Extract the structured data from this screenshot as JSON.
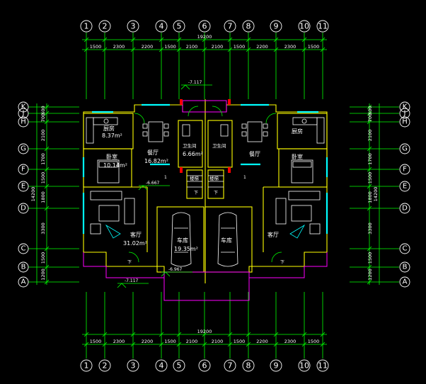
{
  "axes": {
    "columns": [
      "1",
      "2",
      "3",
      "4",
      "5",
      "6",
      "7",
      "8",
      "9",
      "10",
      "11"
    ],
    "rows": [
      "K",
      "J",
      "H",
      "G",
      "F",
      "E",
      "D",
      "C",
      "B",
      "A"
    ]
  },
  "dimensions": {
    "top_total": "19200",
    "bottom_total": "19200",
    "column_spacings": [
      "1500",
      "2300",
      "2200",
      "1500",
      "2100",
      "2100",
      "1500",
      "2200",
      "2300",
      "1500"
    ],
    "row_total": "14200",
    "row_spacings": [
      "600",
      "700",
      "2100",
      "1700",
      "1500",
      "1800",
      "3300",
      "1500",
      "1200"
    ]
  },
  "rooms": {
    "kitchen_left": {
      "name": "厨房",
      "area": "8.37m²"
    },
    "kitchen_right": {
      "name": "厨房"
    },
    "dining_left": {
      "name": "餐厅",
      "area": "16.82m²"
    },
    "dining_right": {
      "name": "餐厅"
    },
    "bath": {
      "name": "卫生间",
      "area": "6.66m²"
    },
    "bath_right": {
      "name": "卫生间"
    },
    "bedroom_left": {
      "name": "卧室",
      "area": "10.14m²"
    },
    "bedroom_right": {
      "name": "卧室"
    },
    "living_left": {
      "name": "客厅",
      "area": "31.02m²"
    },
    "living_right": {
      "name": "客厅"
    },
    "garage_left": {
      "name": "车库",
      "area": "19.35m²"
    },
    "garage_right": {
      "name": "车库"
    },
    "stair_left": {
      "name": "楼梯"
    },
    "stair_right": {
      "name": "楼梯"
    }
  },
  "elevations": {
    "top": "-7.117",
    "mid": "-6.667",
    "bottom_garage": "-6.967",
    "bottom_left": "-7.117"
  },
  "marks": {
    "up_arrow": "下",
    "door_mark": "1"
  }
}
